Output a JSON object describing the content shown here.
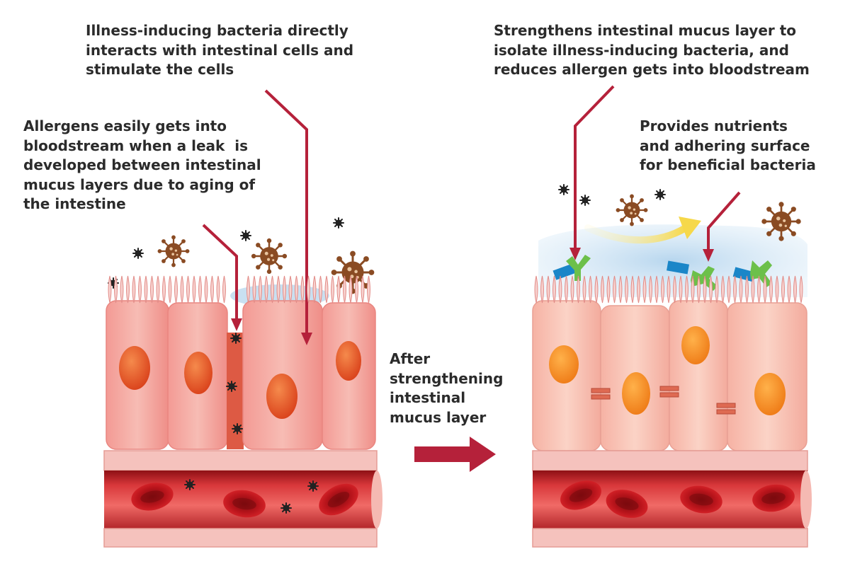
{
  "labels": {
    "bacteria_interaction": "Illness-inducing bacteria directly\ninteracts with intestinal cells and\nstimulate the cells",
    "allergen_leak": "Allergens easily gets into\nbloodstream when a leak  is\ndeveloped between intestinal\nmucus layers due to aging of\nthe intestine",
    "strengthen_mucus": "Strengthens intestinal mucus layer to\nisolate illness-inducing bacteria, and\nreduces allergen gets into bloodstream",
    "nutrients": "Provides nutrients\nand adhering surface\nfor beneficial bacteria",
    "transition": "After\nstrengthening\nintestinal\nmucus layer"
  },
  "colors": {
    "arrow": "#b5213a",
    "text": "#2b2b2b",
    "cell_fill": "#f4a9a3",
    "cell_fill_healthy": "#f8c4b6",
    "nucleus": "#e8541c",
    "nucleus_healthy": "#f48b1d",
    "mucus": "#a9cde8",
    "blood_cell": "#c5161d",
    "virus": "#8a4b23",
    "allergen": "#222222",
    "receptor_blue": "#1a86c8",
    "receptor_green": "#6cc04a",
    "flow_arrow": "#f7e06a"
  },
  "icons": [
    "virus-icon",
    "allergen-particle-icon",
    "red-blood-cell-icon",
    "receptor-icon",
    "tight-junction-icon"
  ]
}
